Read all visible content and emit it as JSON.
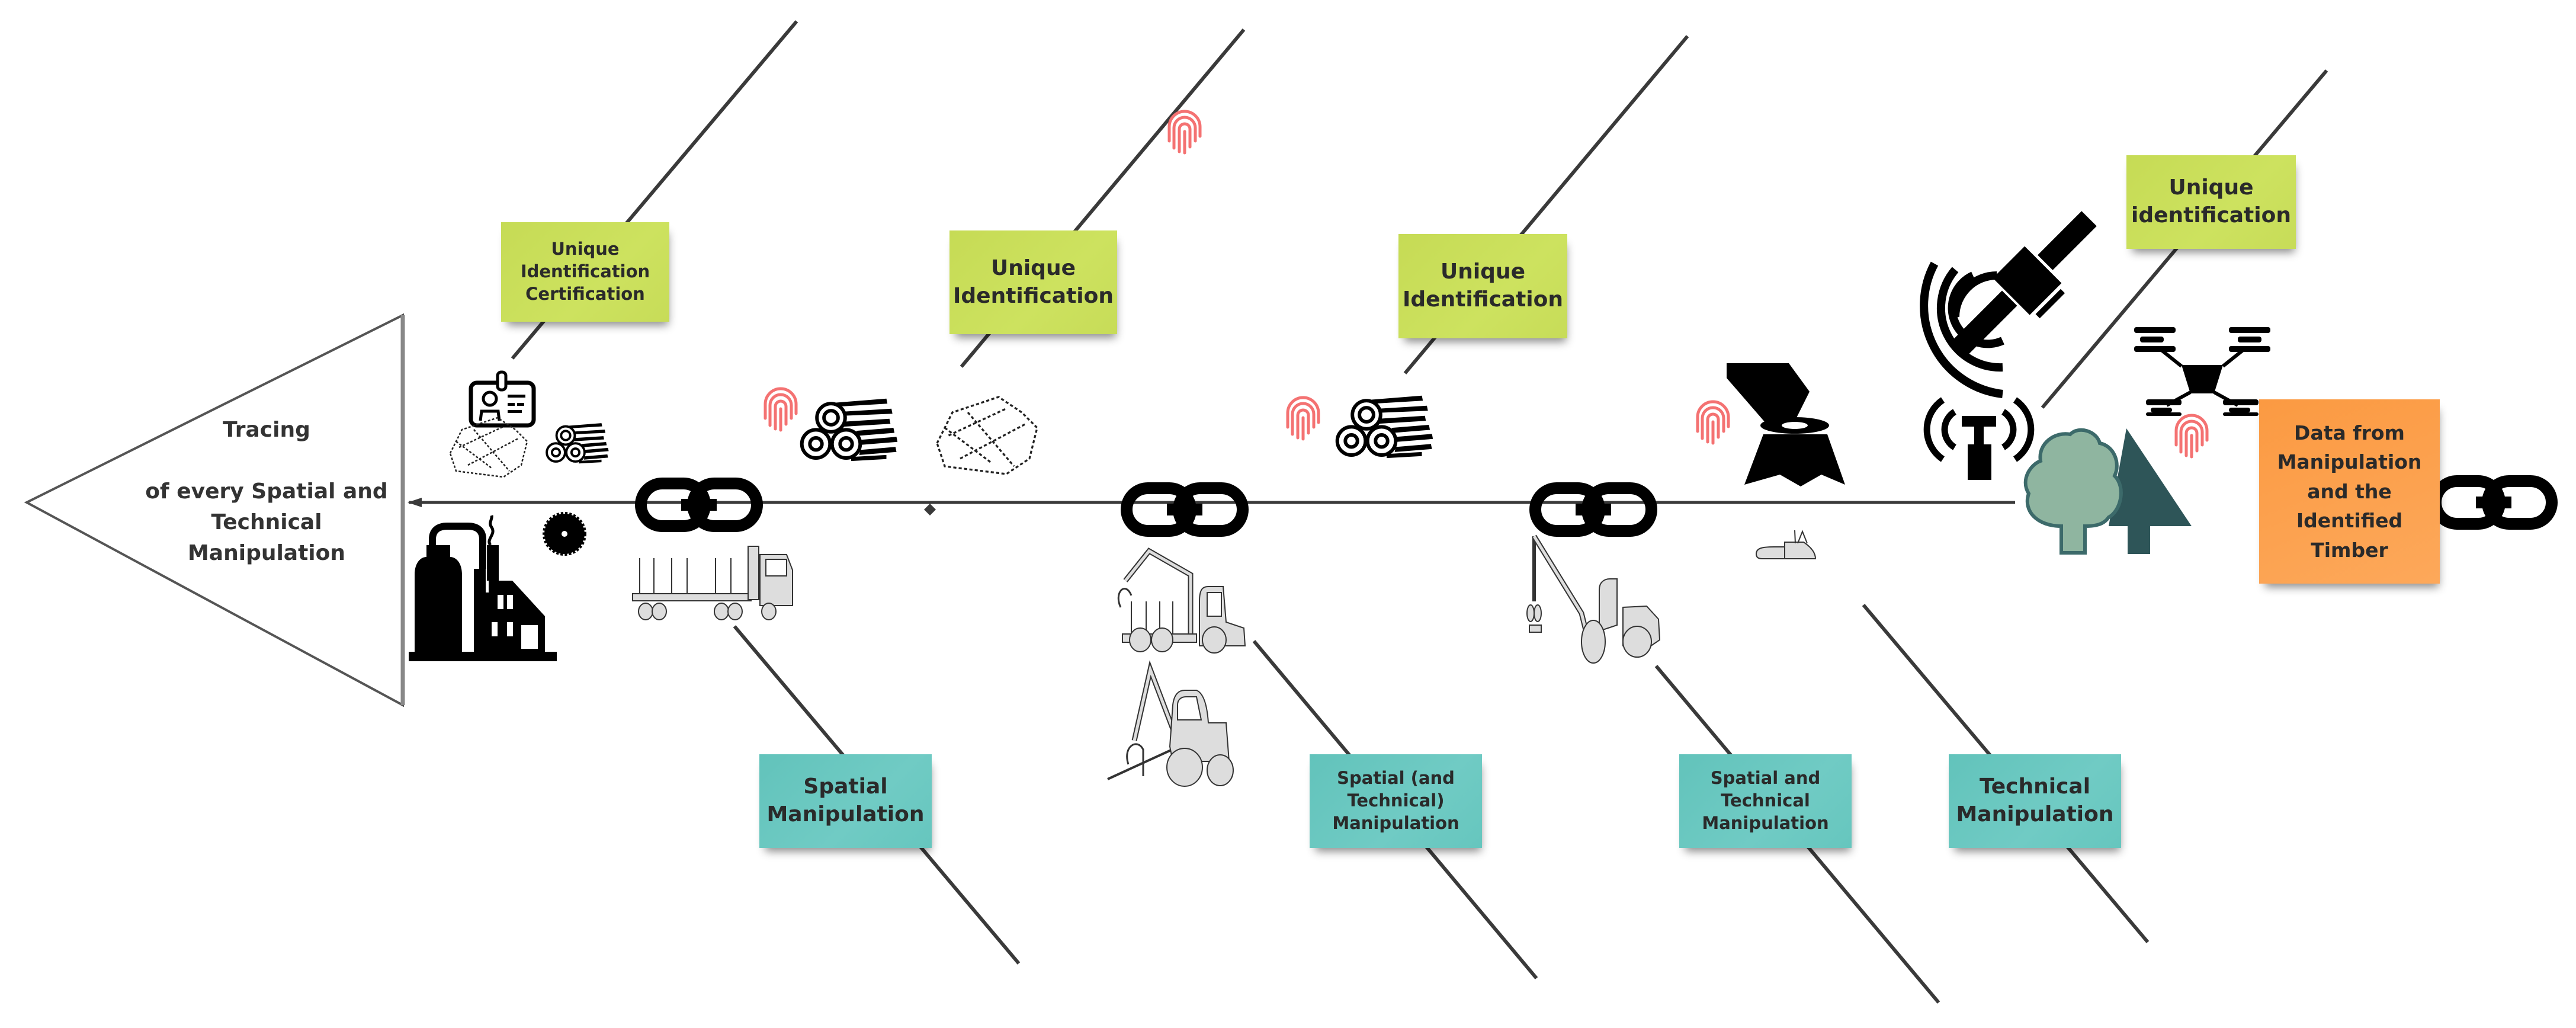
{
  "diagram": {
    "type": "fishbone",
    "head": {
      "title": "Tracing",
      "subtitle": "of every Spatial and\nTechnical\nManipulation"
    },
    "tail": {
      "label": "Data from\nManipulation\nand the\nIdentified\nTimber",
      "color": "#FDA04A"
    },
    "upper_bones": [
      {
        "label": "Unique\nIdentification\nCertification",
        "color": "#C8DC5A",
        "icons": [
          "id-badge-icon",
          "wood-chips-icon",
          "log-pile-icon"
        ]
      },
      {
        "label": "Unique\nIdentification",
        "color": "#C8DC5A",
        "icons": [
          "fingerprint-icon",
          "log-pile-icon",
          "wood-chips-icon",
          "fingerprint-icon"
        ]
      },
      {
        "label": "Unique\nIdentification",
        "color": "#C8DC5A",
        "icons": [
          "fingerprint-icon",
          "log-pile-icon"
        ]
      },
      {
        "label": "Unique\nidentification",
        "color": "#C8DC5A",
        "icons": [
          "satellite-icon",
          "drone-icon",
          "antenna-icon",
          "trees-icon",
          "fingerprint-icon"
        ]
      }
    ],
    "lower_bones": [
      {
        "label": "Spatial\nManipulation",
        "color": "#67C5BE",
        "icons": [
          "factory-icon",
          "saw-blade-icon",
          "log-truck-icon"
        ]
      },
      {
        "label": "Spatial (and\nTechnical)\nManipulation",
        "color": "#67C5BE",
        "icons": [
          "forwarder-icon",
          "loader-icon"
        ]
      },
      {
        "label": "Spatial and\nTechnical\nManipulation",
        "color": "#67C5BE",
        "icons": [
          "harvester-icon",
          "fingerprint-icon",
          "tree-stump-icon"
        ]
      },
      {
        "label": "Technical\nManipulation",
        "color": "#67C5BE",
        "icons": [
          "chainsaw-icon"
        ]
      }
    ],
    "chain_links": 5,
    "colors": {
      "fingerprint": "#F47272",
      "tree_light": "#8FB5A0",
      "tree_dark": "#2E5558",
      "line": "#3a3a3a"
    }
  }
}
